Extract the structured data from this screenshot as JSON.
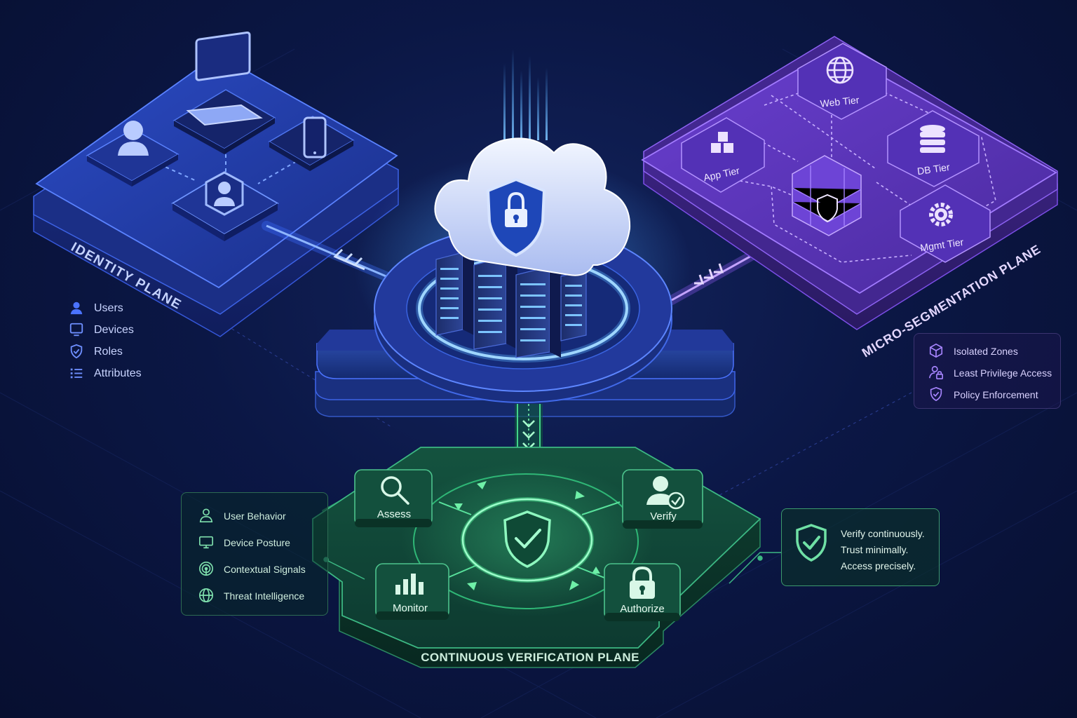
{
  "colors": {
    "identity_accent": "#4b73ff",
    "microseg_accent": "#8a57f0",
    "verification_accent": "#43d48a",
    "core_glow": "#4aa6ff"
  },
  "identity_plane": {
    "title": "IDENTITY PLANE",
    "tiles": [
      {
        "icon": "laptop-icon"
      },
      {
        "icon": "user-icon"
      },
      {
        "icon": "tablet-icon"
      },
      {
        "icon": "user-hexagon-icon"
      }
    ],
    "legend": [
      {
        "icon": "user-icon",
        "label": "Users"
      },
      {
        "icon": "device-icon",
        "label": "Devices"
      },
      {
        "icon": "shield-icon",
        "label": "Roles"
      },
      {
        "icon": "list-icon",
        "label": "Attributes"
      }
    ]
  },
  "core": {
    "icons": [
      "cloud-icon",
      "lock-shield-icon",
      "server-rack-icon"
    ]
  },
  "microseg_plane": {
    "title": "MICRO-SEGMENTATION PLANE",
    "tiers": [
      {
        "icon": "globe-icon",
        "label": "Web Tier"
      },
      {
        "icon": "cubes-icon",
        "label": "App Tier"
      },
      {
        "icon": "database-icon",
        "label": "DB Tier"
      },
      {
        "icon": "gear-icon",
        "label": "Mgmt Tier"
      }
    ],
    "firewall_icon": "firewall-icon",
    "legend": [
      {
        "icon": "cube-icon",
        "label": "Isolated Zones"
      },
      {
        "icon": "user-lock-icon",
        "label": "Least Privilege Access"
      },
      {
        "icon": "shield-check-icon",
        "label": "Policy Enforcement"
      }
    ]
  },
  "verification_plane": {
    "title": "CONTINUOUS VERIFICATION PLANE",
    "steps": [
      {
        "icon": "search-icon",
        "label": "Assess"
      },
      {
        "icon": "user-check-icon",
        "label": "Verify"
      },
      {
        "icon": "bar-chart-icon",
        "label": "Monitor"
      },
      {
        "icon": "lock-icon",
        "label": "Authorize"
      }
    ],
    "center_icon": "shield-check-icon",
    "signals": [
      {
        "icon": "user-icon",
        "label": "User Behavior"
      },
      {
        "icon": "monitor-icon",
        "label": "Device Posture"
      },
      {
        "icon": "signal-icon",
        "label": "Contextual Signals"
      },
      {
        "icon": "globe-icon",
        "label": "Threat Intelligence"
      }
    ]
  },
  "motto": {
    "icon": "shield-check-icon",
    "lines": [
      "Verify continuously.",
      "Trust minimally.",
      "Access precisely."
    ]
  }
}
